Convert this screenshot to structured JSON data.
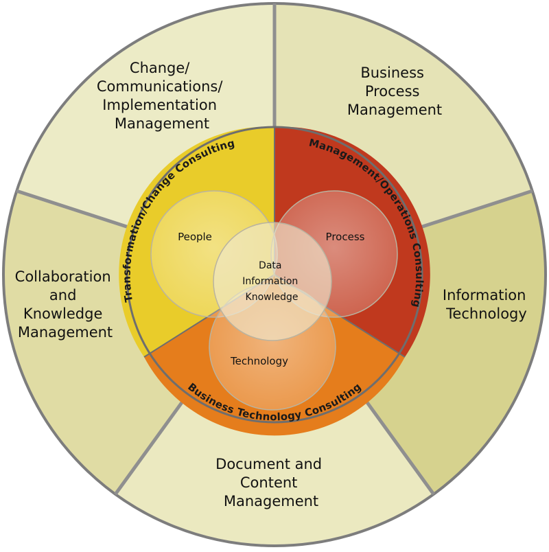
{
  "outer_segments": [
    {
      "id": "change",
      "lines": [
        "Change/",
        "Communications/",
        "Implementation",
        "Management"
      ],
      "color": "#ecebc6"
    },
    {
      "id": "bpm",
      "lines": [
        "Business",
        "Process",
        "Management"
      ],
      "color": "#e5e3b6"
    },
    {
      "id": "it",
      "lines": [
        "Information",
        "Technology"
      ],
      "color": "#d6d28e"
    },
    {
      "id": "docs",
      "lines": [
        "Document and",
        "Content",
        "Management"
      ],
      "color": "#ebe9c0"
    },
    {
      "id": "collab",
      "lines": [
        "Collaboration",
        "and",
        "Knowledge",
        "Management"
      ],
      "color": "#e0dca4"
    }
  ],
  "inner_bands": [
    {
      "id": "transformation",
      "label": "Transformation/Change Consulting",
      "color": "#e9cc2a"
    },
    {
      "id": "management",
      "label": "Management/Operations Consulting",
      "color": "#c0391e"
    },
    {
      "id": "business_tech",
      "label": "Business Technology Consulting",
      "color": "#e57d1c"
    }
  ],
  "venn": {
    "people": "People",
    "process": "Process",
    "technology": "Technology",
    "center_lines": [
      "Data",
      "Information",
      "Knowledge"
    ]
  },
  "colors": {
    "divider": "#8f8f8f",
    "outline": "#6e6e6e"
  }
}
